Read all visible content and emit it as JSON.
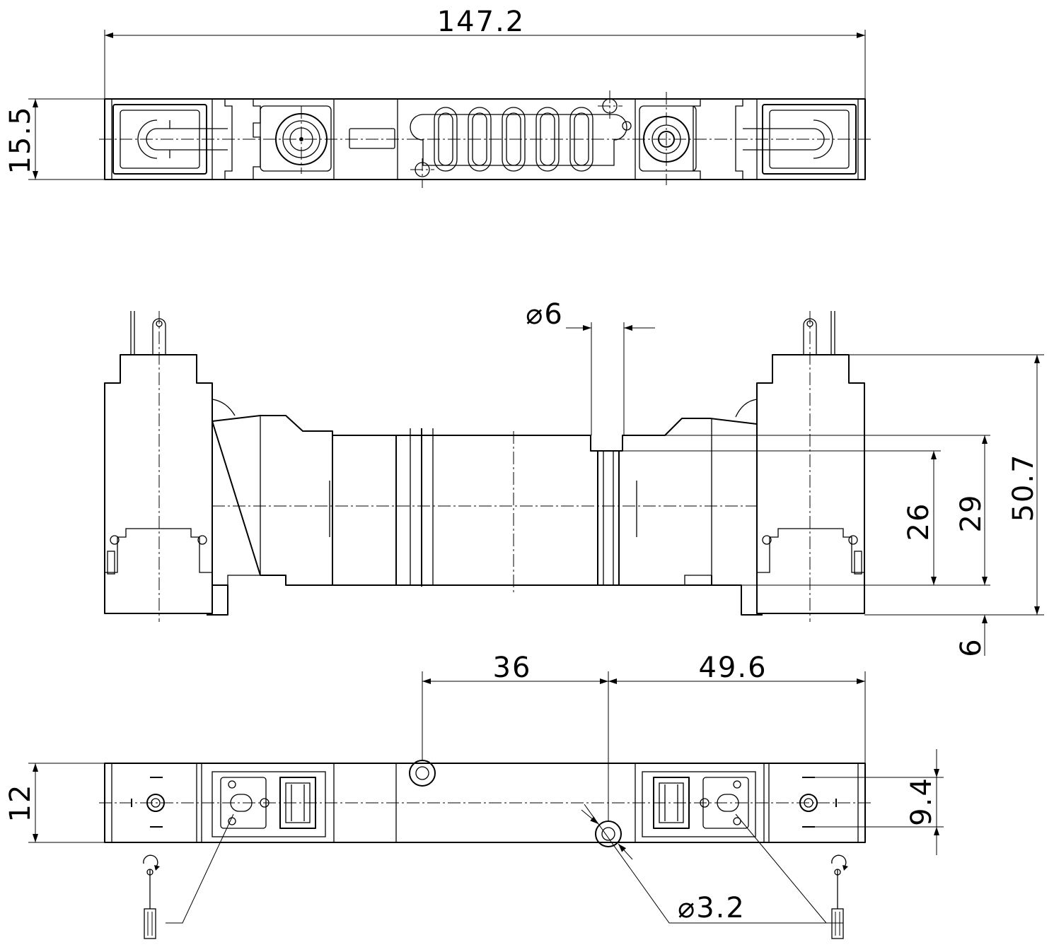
{
  "drawing": {
    "dimensions": {
      "overall_length": "147.2",
      "top_view_height": "15.5",
      "port_diameter": "⌀6",
      "port_height": "26",
      "body_height": "29",
      "overall_height": "50.7",
      "base_offset": "6",
      "hole_spacing": "36",
      "hole_to_end": "49.6",
      "bottom_view_height": "12",
      "connector_pitch": "9.4",
      "mounting_hole_diameter": "⌀3.2"
    }
  }
}
